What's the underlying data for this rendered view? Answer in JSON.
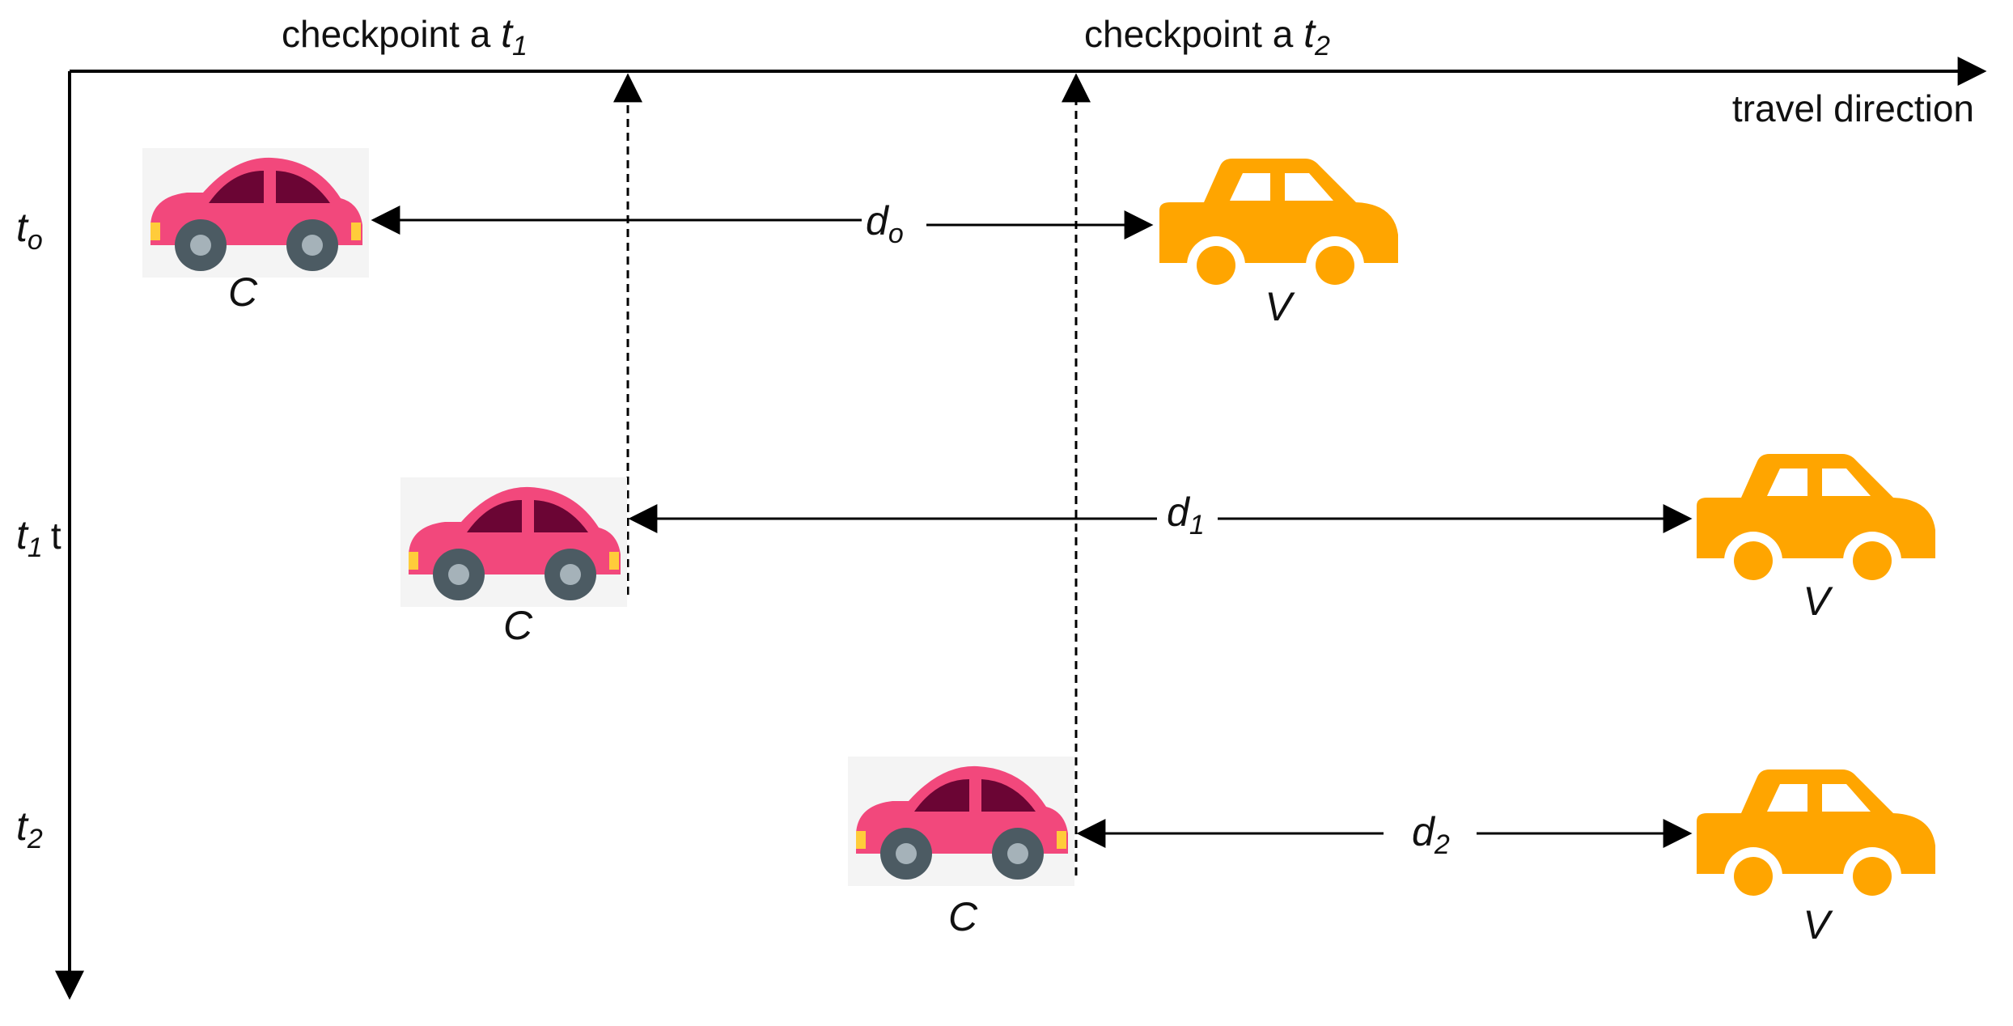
{
  "colors": {
    "line": "#000000",
    "pink_car": "#f2487c",
    "pink_window": "#6b0534",
    "orange_car": "#ffa500",
    "wheel": "#4c5b63",
    "hub": "#a5b2b9"
  },
  "icons": {
    "pink_car": "pink-car-icon",
    "orange_car": "orange-car-icon"
  },
  "header": {
    "checkpoint1_text": "checkpoint a ",
    "checkpoint1_var": "t",
    "checkpoint1_sub": "1",
    "checkpoint2_text": "checkpoint a ",
    "checkpoint2_var": "t",
    "checkpoint2_sub": "2",
    "direction": "travel direction"
  },
  "time_axis": {
    "t0_var": "t",
    "t0_sub": "o",
    "t1_var": "t",
    "t1_sub": "1",
    "t1_extra": "t",
    "t2_var": "t",
    "t2_sub": "2"
  },
  "vehicles": {
    "chaser": "C",
    "target": "V"
  },
  "distances": {
    "d0_var": "d",
    "d0_sub": "o",
    "d1_var": "d",
    "d1_sub": "1",
    "d2_var": "d",
    "d2_sub": "2"
  }
}
